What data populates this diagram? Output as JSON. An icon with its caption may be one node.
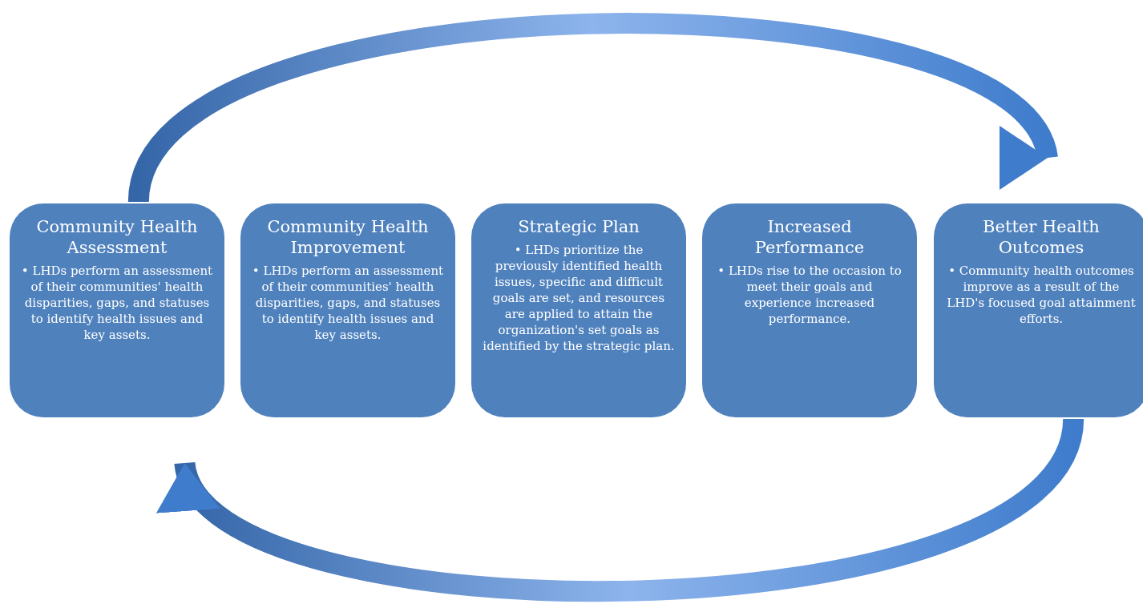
{
  "diagram": {
    "nodes": [
      {
        "text": [
          "Community Health Assessment",
          "• LHDs perform an assessment of their communities' health disparities, gaps, and statuses to identify health issues and key assets."
        ]
      },
      {
        "text": [
          "Community Health Improvement",
          "• LHDs perform an assessment of their communities' health disparities, gaps, and statuses to identify health issues and key assets."
        ]
      },
      {
        "text": [
          "Strategic Plan",
          "• LHDs prioritize the previously identified health issues, specific and difficult goals are set, and resources are applied to attain the organization's set goals as identified by the strategic plan."
        ]
      },
      {
        "text": [
          "Increased Performance",
          "• LHDs rise to the occasion to meet their goals and experience increased performance."
        ]
      },
      {
        "text": [
          "Better Health Outcomes",
          "• Community health outcomes improve as a result of the LHD's focused goal attainment efforts."
        ]
      }
    ],
    "edges": [
      {
        "from": 0,
        "to": 4,
        "arrow": "to"
      },
      {
        "from": 4,
        "to": 0,
        "arrow": "to"
      }
    ]
  }
}
